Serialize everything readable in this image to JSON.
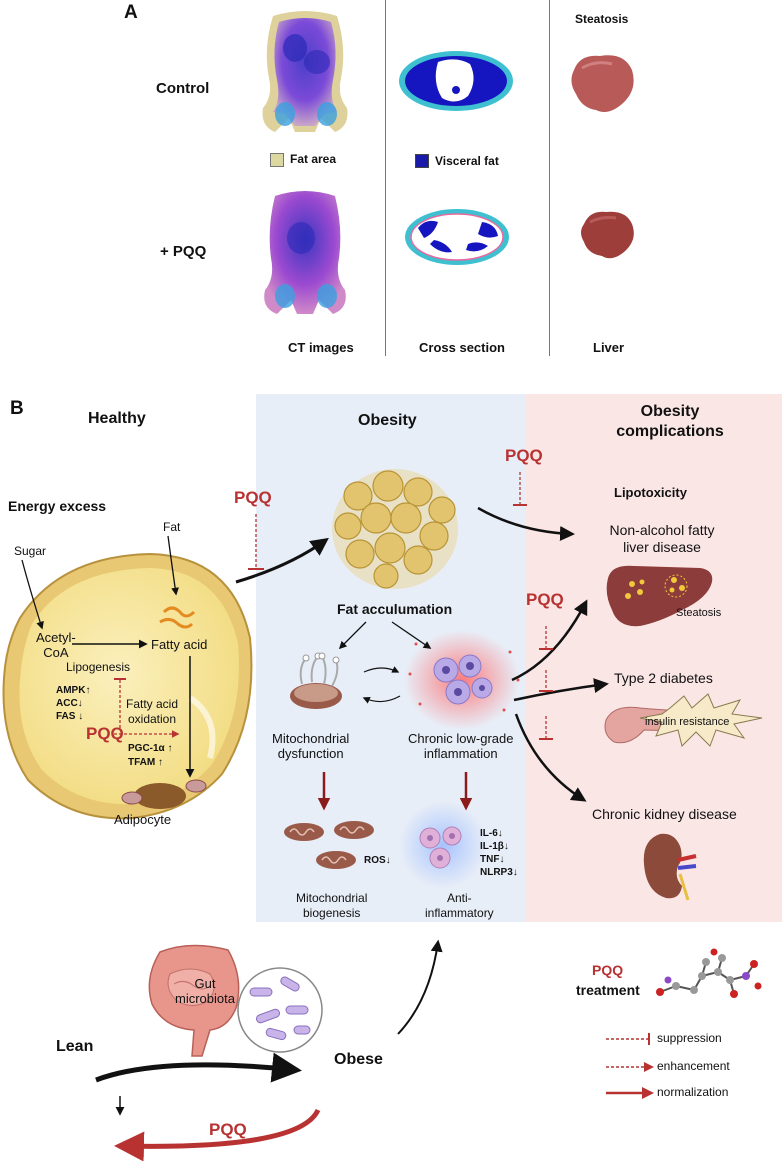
{
  "panel_a": {
    "label": "A",
    "row_control": "Control",
    "row_pqq": "+ PQQ",
    "legend_fat": "Fat area",
    "legend_visceral": "Visceral fat",
    "steatosis": "Steatosis",
    "col_ct": "CT images",
    "col_cross": "Cross section",
    "col_liver": "Liver"
  },
  "panel_b": {
    "label": "B",
    "healthy": "Healthy",
    "obesity": "Obesity",
    "complications_line1": "Obesity",
    "complications_line2": "complications",
    "energy_excess": "Energy excess",
    "sugar": "Sugar",
    "fat": "Fat",
    "acetyl_line1": "Acetyl-",
    "acetyl_line2": "CoA",
    "fatty_acid": "Fatty acid",
    "lipogenesis": "Lipogenesis",
    "ampk": "AMPK↑",
    "acc": "ACC↓",
    "fas": "FAS ↓",
    "fa_oxidation_line1": "Fatty acid",
    "fa_oxidation_line2": "oxidation",
    "pgc": "PGC-1α ↑",
    "tfam": "TFAM ↑",
    "adipocyte": "Adipocyte",
    "pqq": "PQQ",
    "fat_accumulation": "Fat acculumation",
    "mito_dys_line1": "Mitochondrial",
    "mito_dys_line2": "dysfunction",
    "chronic_line1": "Chronic low-grade",
    "chronic_line2": "inflammation",
    "ros": "ROS↓",
    "il6": "IL-6↓",
    "il1b": "IL-1β↓",
    "tnf": "TNF↓",
    "nlrp3": "NLRP3↓",
    "mito_bio_line1": "Mitochondrial",
    "mito_bio_line2": "biogenesis",
    "anti_line1": "Anti-",
    "anti_line2": "inflammatory",
    "lipotoxicity": "Lipotoxicity",
    "nafld_line1": "Non-alcohol fatty",
    "nafld_line2": "liver disease",
    "steatosis": "Steatosis",
    "t2d": "Type 2 diabetes",
    "insulin_resistance": "insulin resistance",
    "ckd": "Chronic kidney disease",
    "gut_line1": "Gut",
    "gut_line2": "microbiota",
    "lean": "Lean",
    "obese": "Obese",
    "treatment": "treatment",
    "legend_suppression": "suppression",
    "legend_enhancement": "enhancement",
    "legend_normalization": "normalization"
  },
  "colors": {
    "pqq_red": "#b83232",
    "obesity_bg": "#e8eef8",
    "complications_bg": "#fbe6e6",
    "adipocyte_fill": "#f7e49a",
    "adipocyte_border": "#c99a3a",
    "fat_legend": "#ddd8a0",
    "visceral_legend": "#1a1aa8"
  }
}
